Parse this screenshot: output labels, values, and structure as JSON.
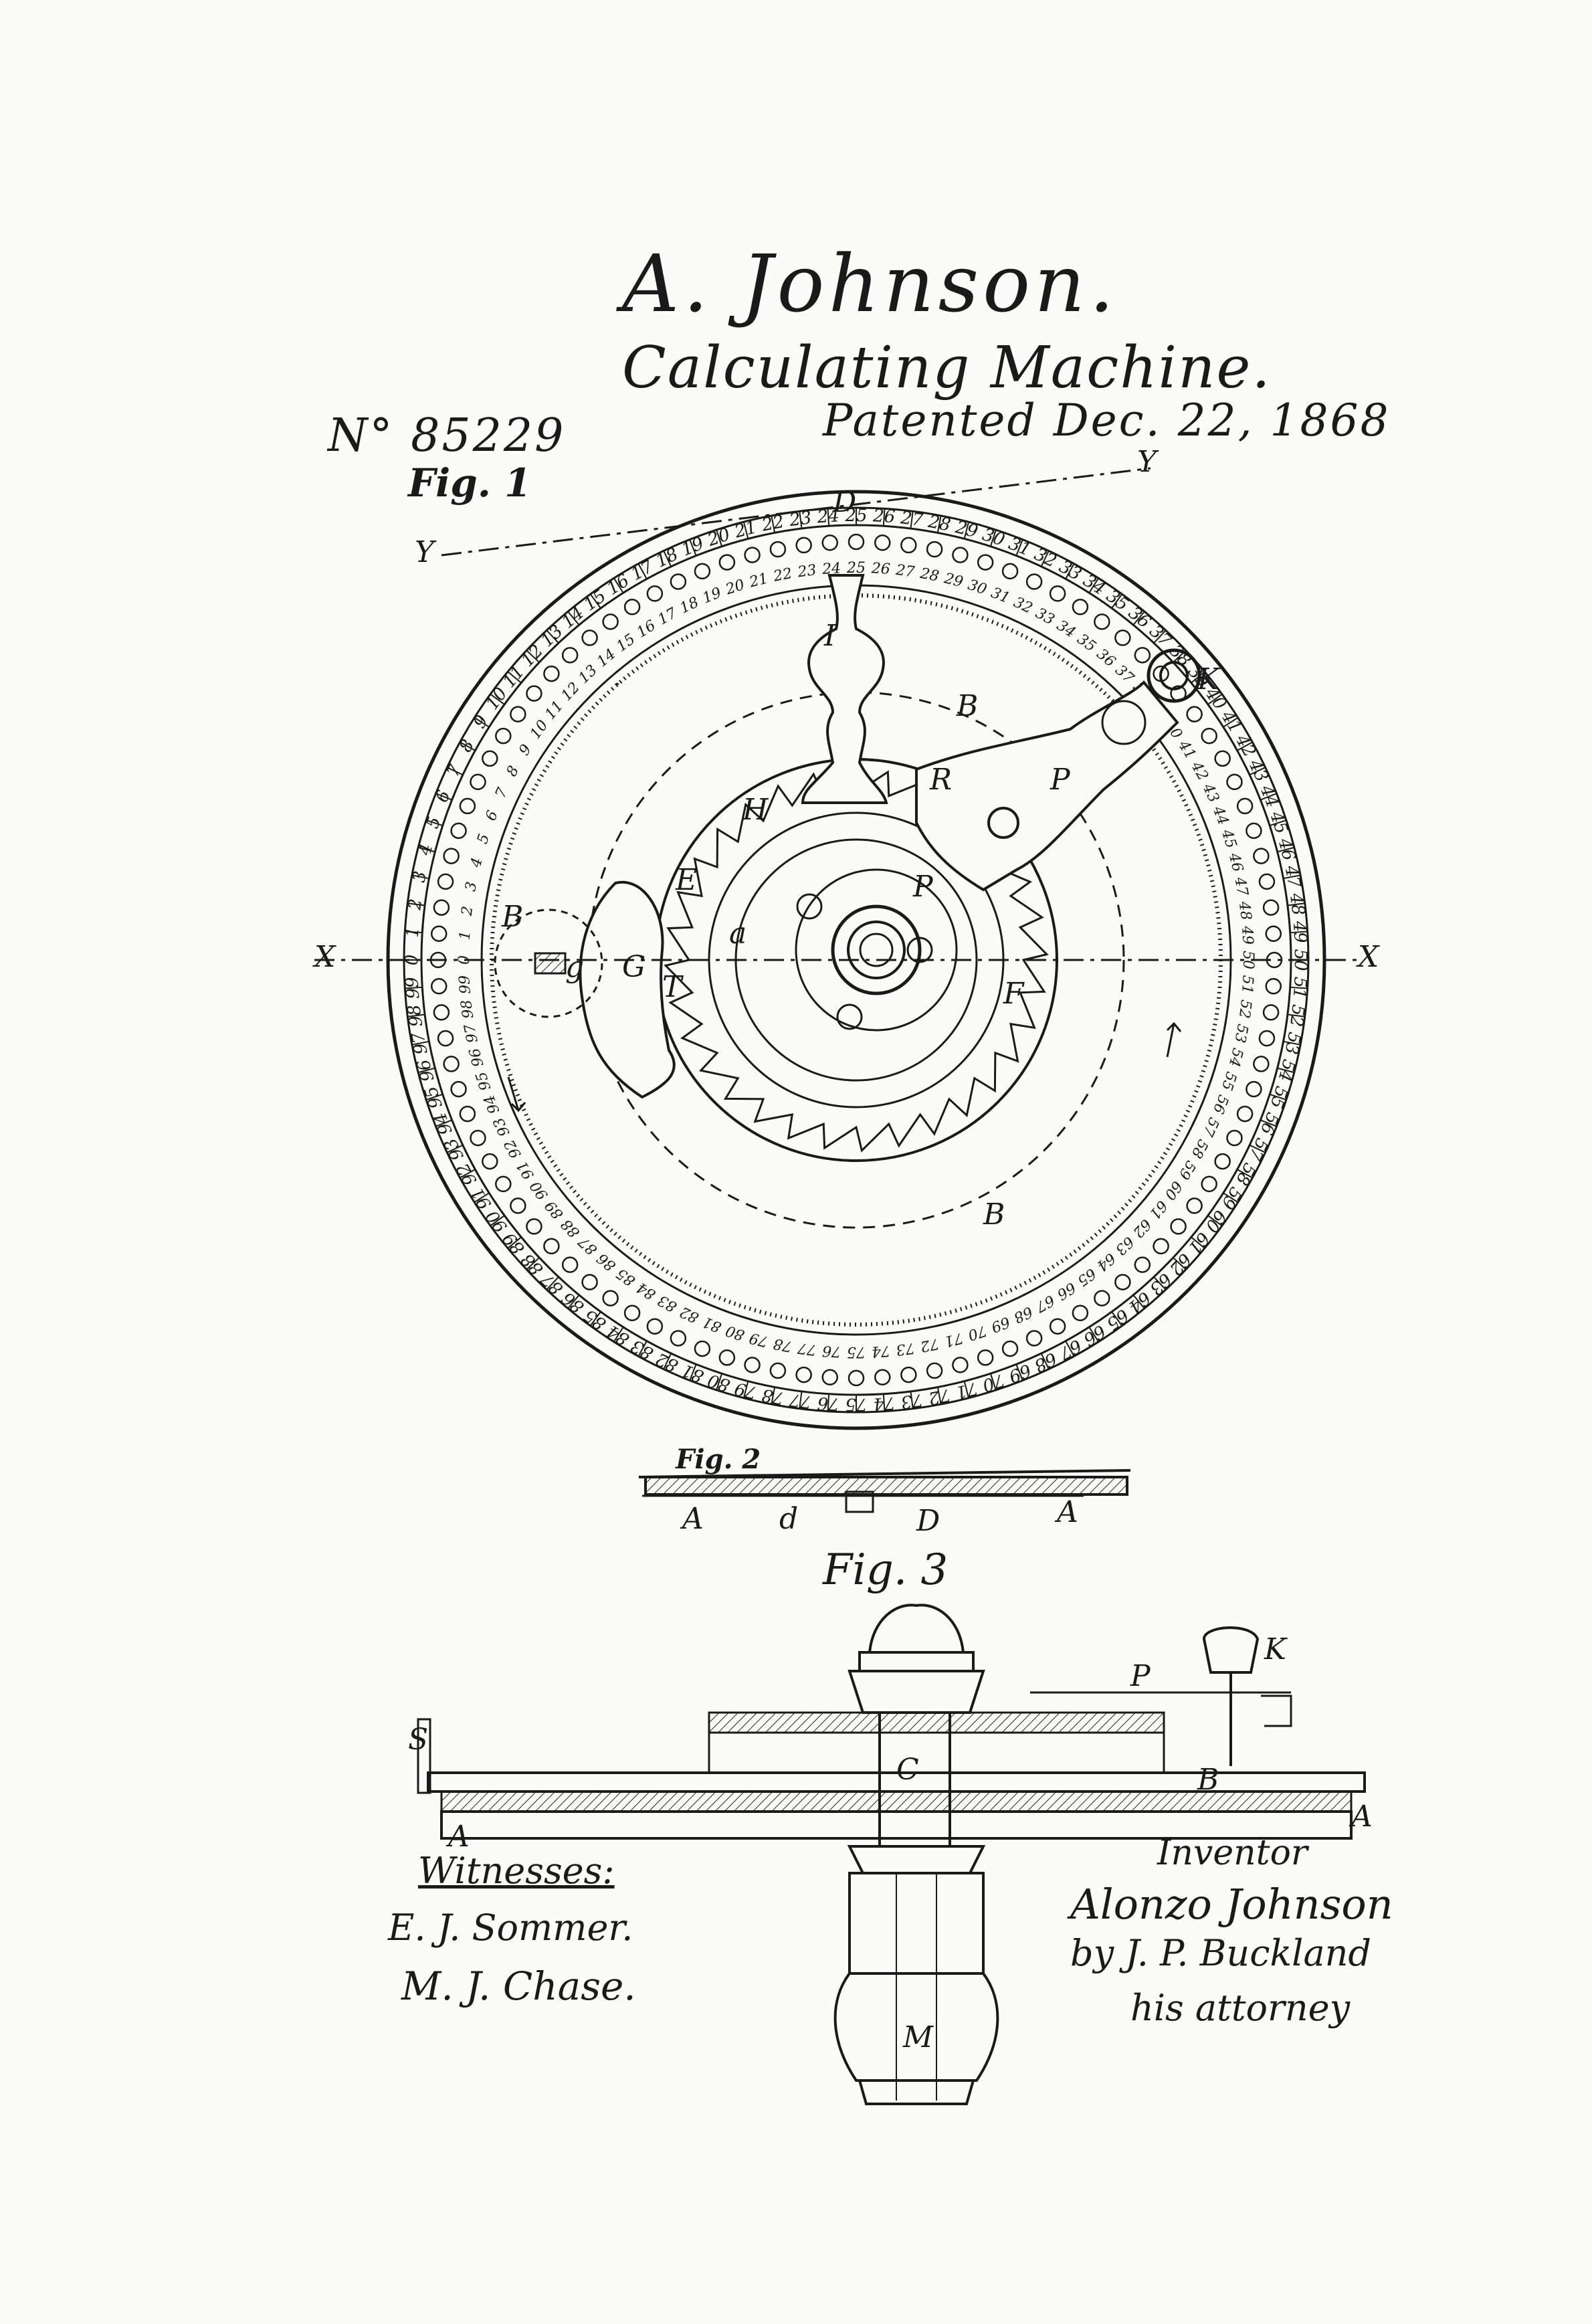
{
  "header": {
    "title": "A. Johnson.",
    "subtitle": "Calculating Machine.",
    "patented": "Patented Dec. 22, 1868",
    "patent_number": "N° 85229"
  },
  "figures": {
    "fig1_label": "Fig. 1",
    "fig2_label": "Fig. 2",
    "fig3_label": "Fig. 3"
  },
  "signatures": {
    "witnesses_label": "Witnesses:",
    "witness_1": "E. J. Sommer.",
    "witness_2": "M. J. Chase.",
    "inventor_label": "Inventor",
    "inventor_name": "Alonzo Johnson",
    "by_attorney": "by J. P. Buckland",
    "attorney": "his attorney"
  },
  "part_labels": {
    "X": "X",
    "Y": "Y",
    "B": "B",
    "I": "I",
    "P": "P",
    "K": "K",
    "D": "D",
    "a": "a",
    "E": "E",
    "F": "F",
    "G": "G",
    "H": "H",
    "T": "T",
    "A": "A",
    "S": "S",
    "C": "C",
    "M": "M",
    "d": "d",
    "g": "g",
    "R": "R"
  },
  "dial": {
    "outer_numbers_start": 0,
    "outer_numbers_end": 99
  }
}
